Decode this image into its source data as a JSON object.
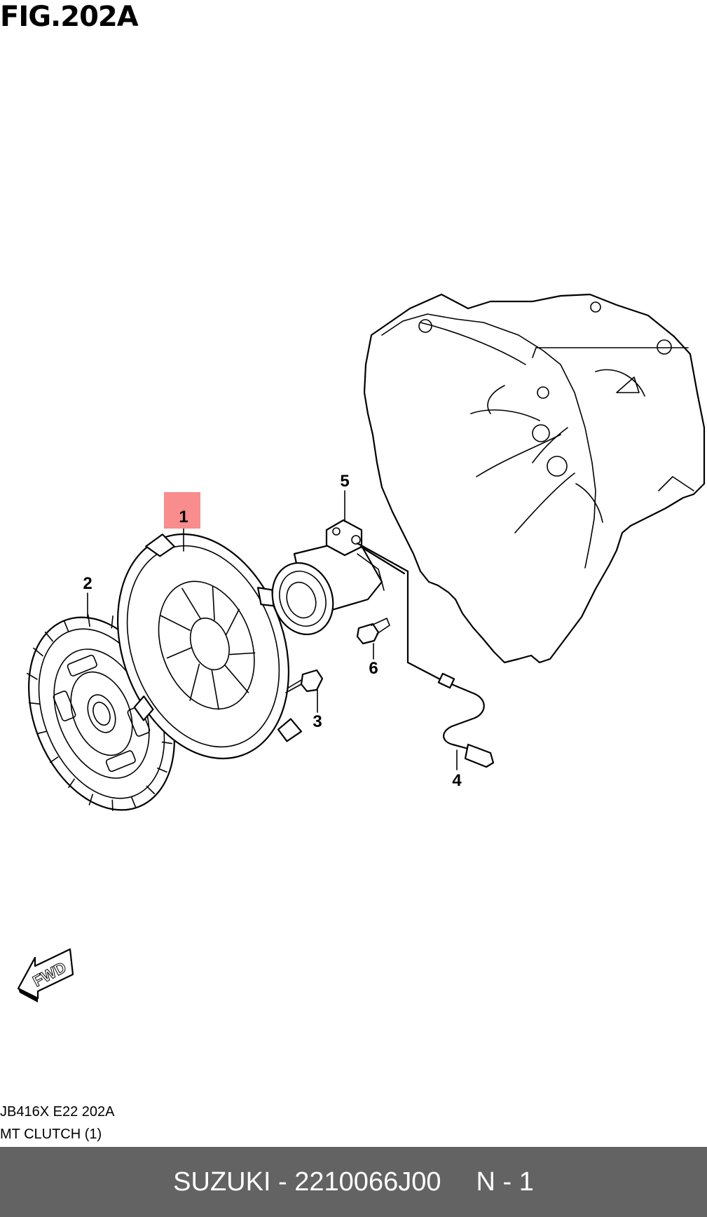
{
  "figure": {
    "title": "FIG.202A"
  },
  "callouts": [
    {
      "number": "1",
      "highlighted": true,
      "highlight_color": "#f98c8c"
    },
    {
      "number": "2"
    },
    {
      "number": "3"
    },
    {
      "number": "4"
    },
    {
      "number": "5"
    },
    {
      "number": "6"
    }
  ],
  "direction_badge": {
    "label": "FWD",
    "icon": "arrow-fwd-icon"
  },
  "meta": {
    "code": "JB416X E22 202A",
    "name": "MT CLUTCH (1)"
  },
  "footer": {
    "brand_part": "SUZUKI - 2210066J00",
    "page": "N - 1",
    "background": "#636363"
  }
}
